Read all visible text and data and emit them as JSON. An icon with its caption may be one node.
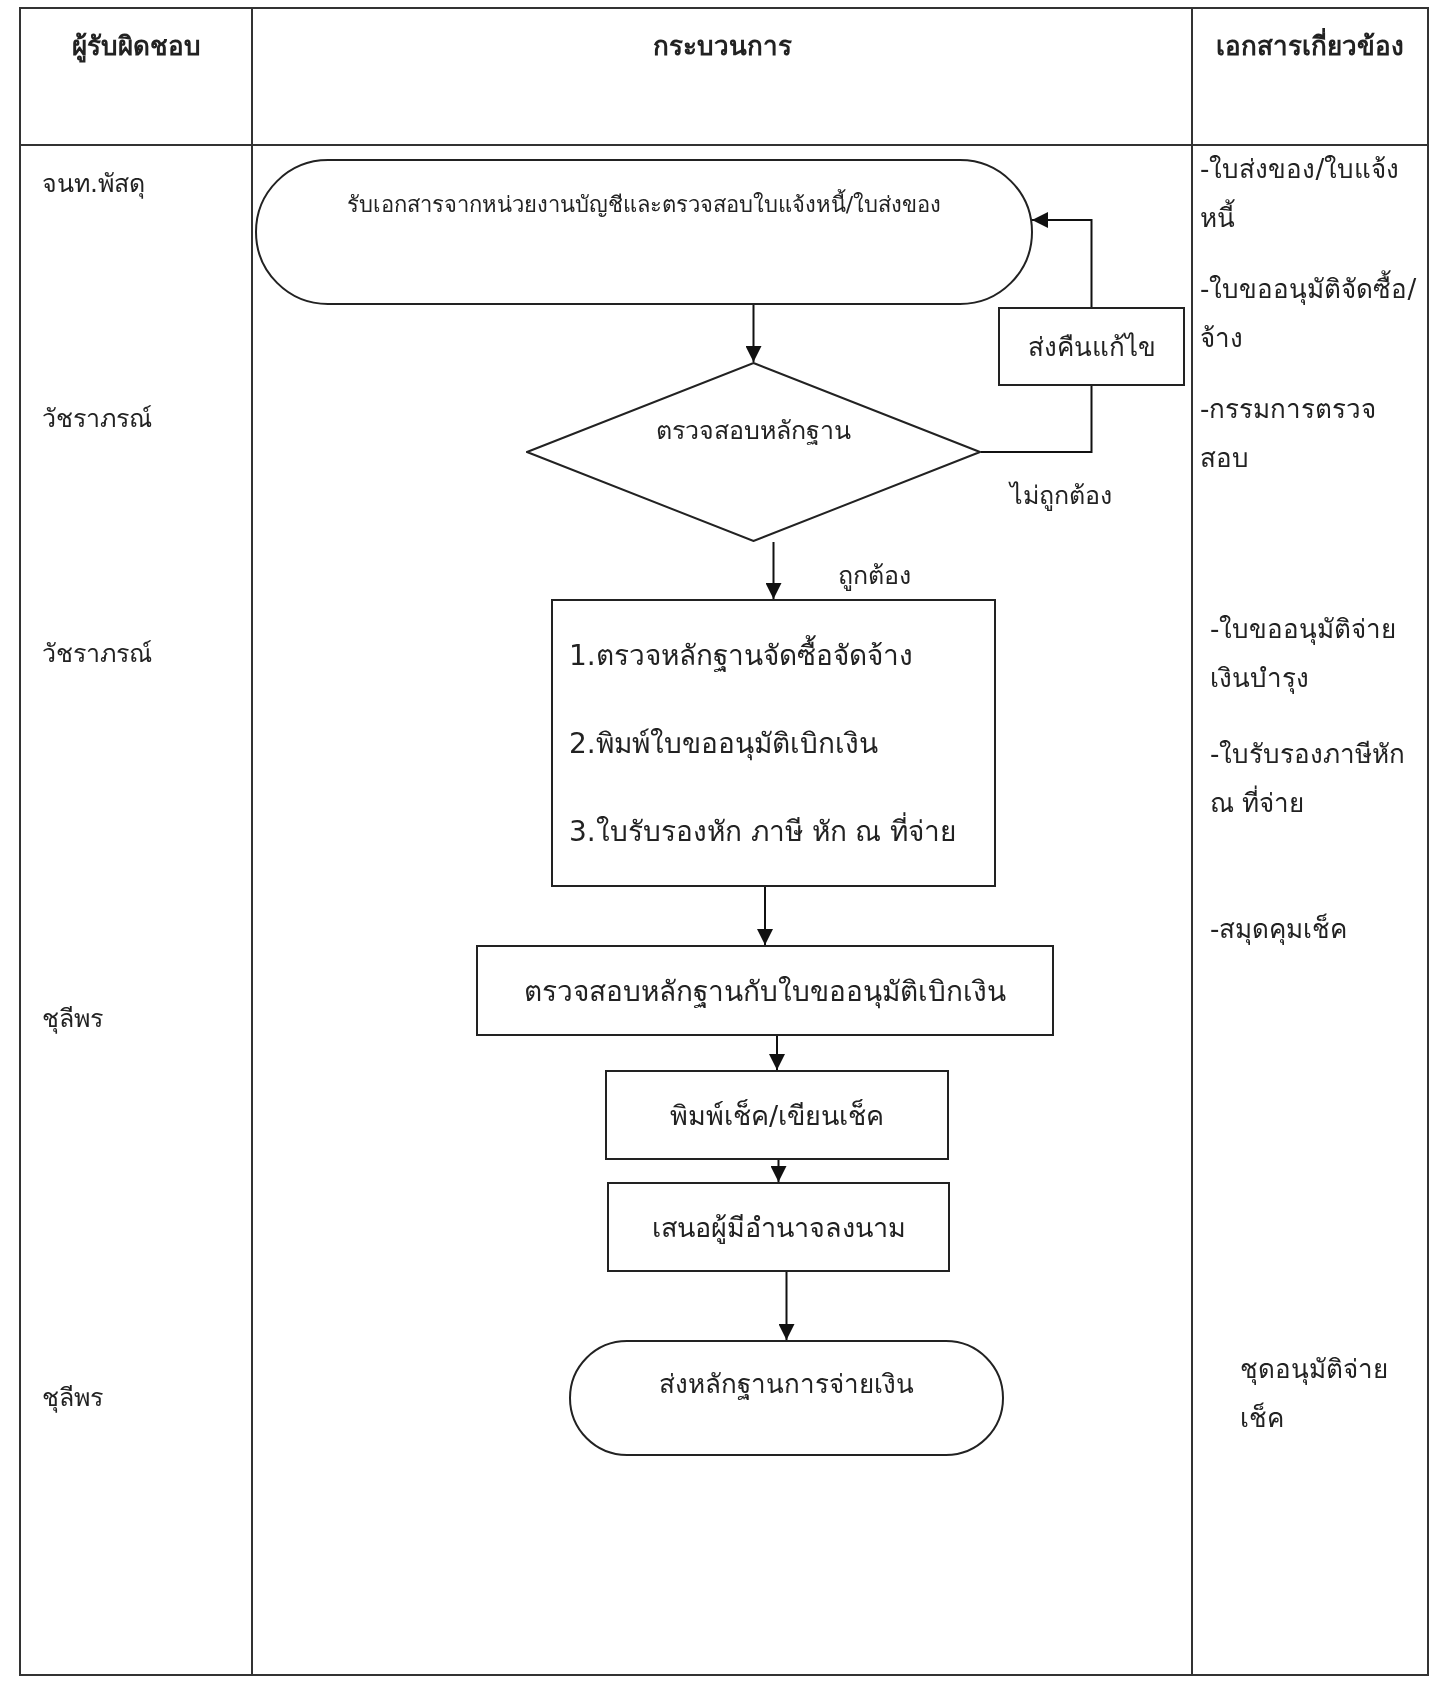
{
  "diagram": {
    "nodes": [
      {
        "text": [
          "รับเอกสารจากหน่วยงานบัญชีและตรวจสอบใบแจ้งหนี้/ใบส่งของ"
        ]
      },
      {
        "text": [
          "ตรวจสอบหลักฐาน"
        ]
      },
      {
        "text": [
          "ส่งคืนแก้ไข"
        ]
      },
      {
        "text": [
          "1.ตรวจหลักฐานจัดซื้อจัดจ้าง",
          "2.พิมพ์ใบขออนุมัติเบิกเงิน",
          "3.ใบรับรองหัก ภาษี หัก ณ ที่จ่าย"
        ]
      },
      {
        "text": [
          "ตรวจสอบหลักฐานกับใบขออนุมัติเบิกเงิน"
        ]
      },
      {
        "text": [
          "พิมพ์เช็ค/เขียนเช็ค"
        ]
      },
      {
        "text": [
          "เสนอผู้มีอำนาจลงนาม"
        ]
      },
      {
        "text": [
          "ส่งหลักฐานการจ่ายเงิน"
        ]
      }
    ],
    "edges": [
      {
        "from": 0,
        "to": 1,
        "arrow": "to"
      },
      {
        "from": 1,
        "to": 2,
        "arrow": "none",
        "label": "ไม่ถูกต้อง"
      },
      {
        "from": 2,
        "to": 0,
        "arrow": "to"
      },
      {
        "from": 1,
        "to": 3,
        "arrow": "to",
        "label": "ถูกต้อง"
      },
      {
        "from": 3,
        "to": 4,
        "arrow": "to"
      },
      {
        "from": 4,
        "to": 5,
        "arrow": "to"
      },
      {
        "from": 5,
        "to": 6,
        "arrow": "to"
      },
      {
        "from": 6,
        "to": 7,
        "arrow": "to"
      }
    ],
    "labels": [
      "ผู้รับผิดชอบ",
      "กระบวนการ",
      "เอกสารเกี่ยวข้อง",
      "จนท.พัสดุ",
      "-ใบส่งของ/ใบแจ้งหนี้",
      "-ใบขออนุมัติจัดซื้อ/จ้าง",
      "-กรรมการตรวจสอบ",
      "วัชราภรณ์",
      "วัชราภรณ์",
      "-ใบขออนุมัติจ่ายเงินบำรุง",
      "-ใบรับรองภาษีหัก ณ ที่จ่าย",
      "-สมุดคุมเช็ค",
      "ชุลีพร",
      "ชุลีพร",
      "ชุดอนุมัติจ่ายเช็ค"
    ]
  }
}
